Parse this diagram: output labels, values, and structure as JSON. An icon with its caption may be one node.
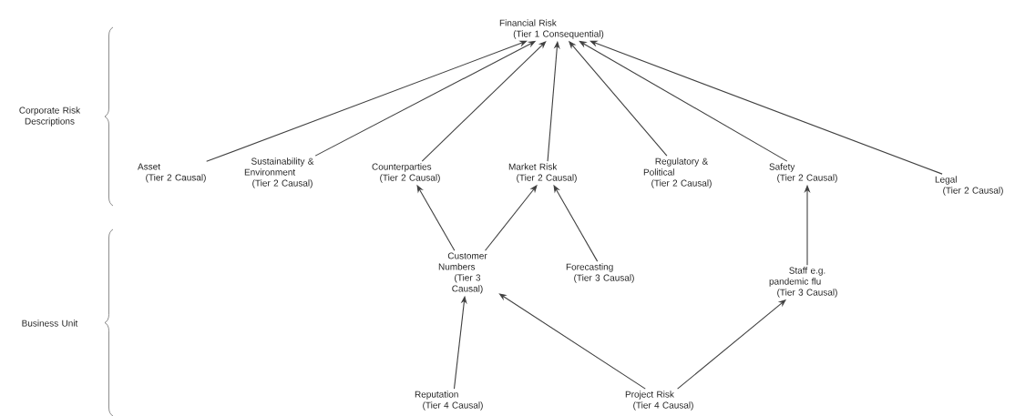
{
  "diagram": {
    "nodes": [
      {
        "text": [
          "Financial Risk (Tier 1 Consequential)"
        ]
      },
      {
        "text": [
          "Asset (Tier 2 Causal)"
        ]
      },
      {
        "text": [
          "Sustainability & Environment (Tier 2 Causal)"
        ]
      },
      {
        "text": [
          "Counterparties (Tier 2 Causal)"
        ]
      },
      {
        "text": [
          "Market Risk (Tier 2 Causal)"
        ]
      },
      {
        "text": [
          "Regulatory & Political (Tier 2 Causal)"
        ]
      },
      {
        "text": [
          "Safety (Tier 2 Causal)"
        ]
      },
      {
        "text": [
          "Legal (Tier 2 Causal)"
        ]
      },
      {
        "text": [
          "Customer Numbers (Tier 3 Causal)"
        ]
      },
      {
        "text": [
          "Forecasting (Tier 3 Causal)"
        ]
      },
      {
        "text": [
          "Staff e.g. pandemic flu (Tier 3 Causal)"
        ]
      },
      {
        "text": [
          "Reputation (Tier 4 Causal)"
        ]
      },
      {
        "text": [
          "Project Risk (Tier 4 Causal)"
        ]
      }
    ],
    "edges": [
      {
        "from": 1,
        "to": 0,
        "arrow": "to"
      },
      {
        "from": 2,
        "to": 0,
        "arrow": "to"
      },
      {
        "from": 3,
        "to": 0,
        "arrow": "to"
      },
      {
        "from": 4,
        "to": 0,
        "arrow": "to"
      },
      {
        "from": 5,
        "to": 0,
        "arrow": "to"
      },
      {
        "from": 6,
        "to": 0,
        "arrow": "to"
      },
      {
        "from": 7,
        "to": 0,
        "arrow": "to"
      },
      {
        "from": 8,
        "to": 3,
        "arrow": "to"
      },
      {
        "from": 8,
        "to": 4,
        "arrow": "to"
      },
      {
        "from": 9,
        "to": 4,
        "arrow": "to"
      },
      {
        "from": 10,
        "to": 6,
        "arrow": "to"
      },
      {
        "from": 11,
        "to": 8,
        "arrow": "to"
      },
      {
        "from": 12,
        "to": 8,
        "arrow": "to"
      },
      {
        "from": 12,
        "to": 10,
        "arrow": "to"
      }
    ],
    "labels": [
      "Corporate Risk Descriptions",
      "Business Unit"
    ]
  }
}
